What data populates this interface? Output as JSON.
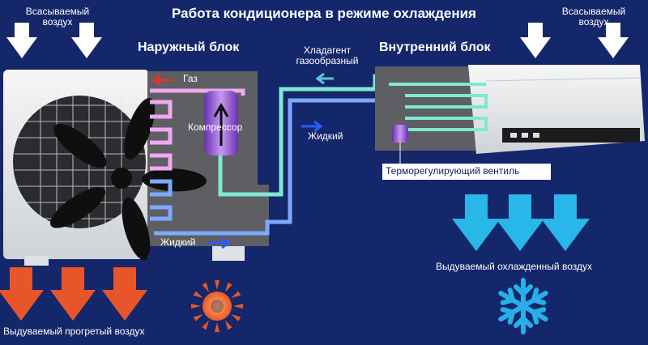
{
  "title": "Работа кондиционера в режиме охлаждения",
  "outdoor_unit": {
    "label": "Наружный блок",
    "intake_air_line1": "Всасываемый",
    "intake_air_line2": "воздух",
    "gas_label": "Газ",
    "compressor_label": "Компрессор",
    "liquid_label": "Жидкий",
    "exhaust_air": "Выдуваемый прогретый воздух"
  },
  "indoor_unit": {
    "label": "Внутренний блок",
    "intake_air_line1": "Всасываемый",
    "intake_air_line2": "воздух",
    "valve_label": "Терморегулирующий вентиль",
    "exhaust_air": "Выдуваемый охлажденный воздух"
  },
  "connection": {
    "refrigerant_gas_line1": "Хладагент",
    "refrigerant_gas_line2": "газообразный",
    "liquid_label": "Жидкий"
  },
  "colors": {
    "background": "#15276b",
    "hot_arrow": "#e8552a",
    "cold_arrow": "#29b6e8",
    "gas_pipe": "#f0a8f0",
    "liquid_pipe": "#7fa8ff",
    "link_pipe": "#7fe8d2",
    "compressor": "#9a5bd6",
    "sun": "#e8572a",
    "snowflake": "#27b0e8"
  },
  "icons": [
    "sun-icon",
    "snowflake-icon",
    "fan-icon",
    "compressor-arrow-icon"
  ]
}
